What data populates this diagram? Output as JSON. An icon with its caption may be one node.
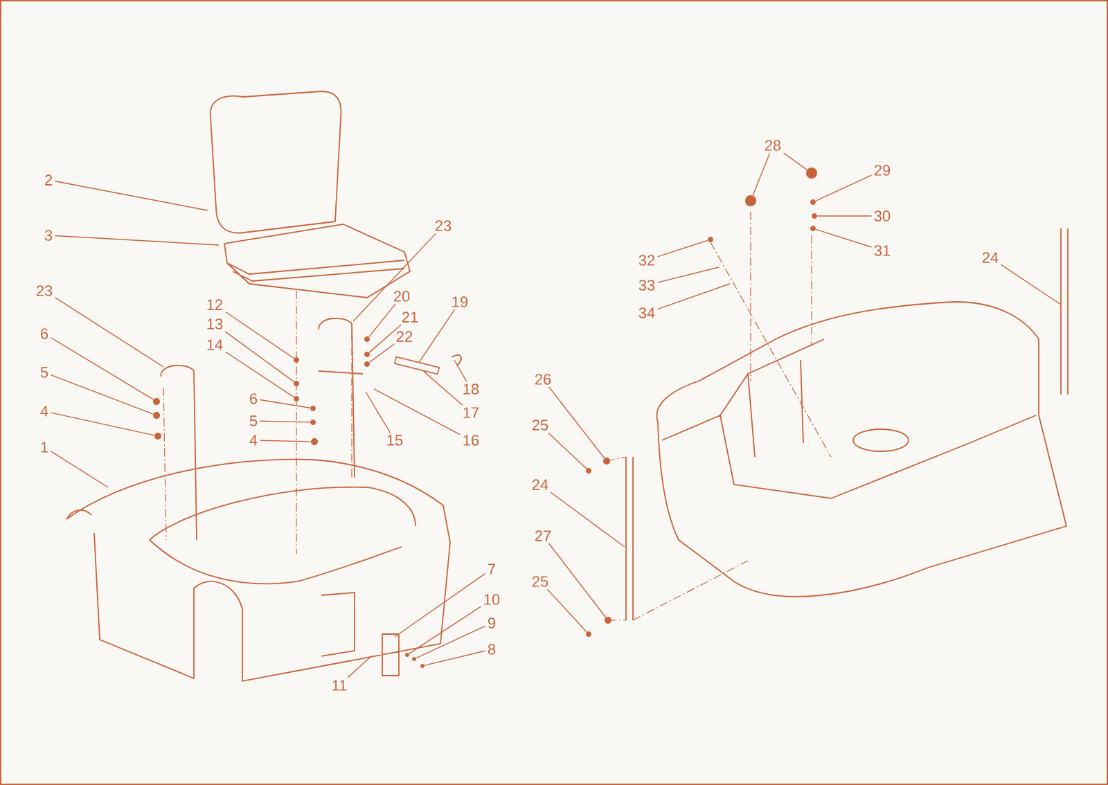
{
  "diagram": {
    "nodes": [
      {
        "text": [
          "2"
        ]
      },
      {
        "text": [
          "3"
        ]
      },
      {
        "text": [
          "23"
        ]
      },
      {
        "text": [
          "6"
        ]
      },
      {
        "text": [
          "5"
        ]
      },
      {
        "text": [
          "4"
        ]
      },
      {
        "text": [
          "1"
        ]
      },
      {
        "text": [
          "12"
        ]
      },
      {
        "text": [
          "13"
        ]
      },
      {
        "text": [
          "14"
        ]
      },
      {
        "text": [
          "6"
        ]
      },
      {
        "text": [
          "5"
        ]
      },
      {
        "text": [
          "4"
        ]
      },
      {
        "text": [
          "23"
        ]
      },
      {
        "text": [
          "20"
        ]
      },
      {
        "text": [
          "21"
        ]
      },
      {
        "text": [
          "22"
        ]
      },
      {
        "text": [
          "19"
        ]
      },
      {
        "text": [
          "18"
        ]
      },
      {
        "text": [
          "17"
        ]
      },
      {
        "text": [
          "16"
        ]
      },
      {
        "text": [
          "15"
        ]
      },
      {
        "text": [
          "7"
        ]
      },
      {
        "text": [
          "10"
        ]
      },
      {
        "text": [
          "9"
        ]
      },
      {
        "text": [
          "8"
        ]
      },
      {
        "text": [
          "11"
        ]
      },
      {
        "text": [
          "28"
        ]
      },
      {
        "text": [
          "29"
        ]
      },
      {
        "text": [
          "30"
        ]
      },
      {
        "text": [
          "31"
        ]
      },
      {
        "text": [
          "32"
        ]
      },
      {
        "text": [
          "33"
        ]
      },
      {
        "text": [
          "34"
        ]
      },
      {
        "text": [
          "26"
        ]
      },
      {
        "text": [
          "25"
        ]
      },
      {
        "text": [
          "24"
        ]
      },
      {
        "text": [
          "27"
        ]
      },
      {
        "text": [
          "25"
        ]
      },
      {
        "text": [
          "24"
        ]
      },
      {
        "text": [],
        "shape": "circle"
      },
      {
        "text": [],
        "shape": "circle"
      },
      {
        "text": [],
        "shape": "circle"
      },
      {
        "text": [],
        "shape": "circle"
      },
      {
        "text": [],
        "shape": "circle"
      },
      {
        "text": [],
        "shape": "circle"
      },
      {
        "text": [],
        "shape": "circle"
      },
      {
        "text": [],
        "shape": "circle"
      },
      {
        "text": [],
        "shape": "circle"
      },
      {
        "text": [],
        "shape": "circle"
      },
      {
        "text": [],
        "shape": "circle"
      },
      {
        "text": [],
        "shape": "circle"
      },
      {
        "text": [],
        "shape": "circle"
      },
      {
        "text": [],
        "shape": "circle"
      },
      {
        "text": [],
        "shape": "circle"
      },
      {
        "text": [],
        "shape": "circle"
      },
      {
        "text": [],
        "shape": "circle"
      },
      {
        "text": [],
        "shape": "circle"
      },
      {
        "text": [],
        "shape": "circle"
      },
      {
        "text": [],
        "shape": "circle"
      },
      {
        "text": [],
        "shape": "circle"
      },
      {
        "text": [],
        "shape": "circle"
      },
      {
        "text": [],
        "shape": "circle"
      },
      {
        "text": [],
        "shape": "circle"
      },
      {
        "text": [],
        "shape": "circle"
      },
      {
        "text": [],
        "shape": "bar"
      }
    ],
    "edges": [
      {
        "from": 0,
        "to": null,
        "arrow": "none"
      },
      {
        "from": 1,
        "to": null,
        "arrow": "none"
      },
      {
        "from": 2,
        "to": null,
        "arrow": "none"
      },
      {
        "from": 3,
        "to": 40,
        "arrow": "none"
      },
      {
        "from": 4,
        "to": 41,
        "arrow": "none"
      },
      {
        "from": 5,
        "to": 42,
        "arrow": "none"
      },
      {
        "from": 6,
        "to": null,
        "arrow": "none"
      },
      {
        "from": 7,
        "to": 43,
        "arrow": "none"
      },
      {
        "from": 8,
        "to": 44,
        "arrow": "none"
      },
      {
        "from": 9,
        "to": 45,
        "arrow": "none"
      },
      {
        "from": 10,
        "to": 46,
        "arrow": "none"
      },
      {
        "from": 11,
        "to": 47,
        "arrow": "none"
      },
      {
        "from": 12,
        "to": 48,
        "arrow": "none"
      },
      {
        "from": 13,
        "to": null,
        "arrow": "none"
      },
      {
        "from": 14,
        "to": 49,
        "arrow": "none"
      },
      {
        "from": 15,
        "to": 50,
        "arrow": "none"
      },
      {
        "from": 16,
        "to": 51,
        "arrow": "none"
      },
      {
        "from": 17,
        "to": 65,
        "arrow": "none"
      },
      {
        "from": 18,
        "to": null,
        "arrow": "none"
      },
      {
        "from": 19,
        "to": 65,
        "arrow": "none"
      },
      {
        "from": 20,
        "to": null,
        "arrow": "none"
      },
      {
        "from": 21,
        "to": null,
        "arrow": "none"
      },
      {
        "from": 22,
        "to": null,
        "arrow": "none"
      },
      {
        "from": 23,
        "to": 52,
        "arrow": "none"
      },
      {
        "from": 24,
        "to": 53,
        "arrow": "none"
      },
      {
        "from": 25,
        "to": 54,
        "arrow": "none"
      },
      {
        "from": 26,
        "to": null,
        "arrow": "none"
      },
      {
        "from": 27,
        "to": 55,
        "arrow": "none"
      },
      {
        "from": 27,
        "to": 56,
        "arrow": "none"
      },
      {
        "from": 28,
        "to": 57,
        "arrow": "none"
      },
      {
        "from": 29,
        "to": 58,
        "arrow": "none"
      },
      {
        "from": 30,
        "to": 59,
        "arrow": "none"
      },
      {
        "from": 31,
        "to": 60,
        "arrow": "none"
      },
      {
        "from": 32,
        "to": null,
        "arrow": "none"
      },
      {
        "from": 33,
        "to": null,
        "arrow": "none"
      },
      {
        "from": 34,
        "to": 61,
        "arrow": "none"
      },
      {
        "from": 35,
        "to": 62,
        "arrow": "none"
      },
      {
        "from": 36,
        "to": null,
        "arrow": "none"
      },
      {
        "from": 37,
        "to": 63,
        "arrow": "none"
      },
      {
        "from": 38,
        "to": 64,
        "arrow": "none"
      },
      {
        "from": 39,
        "to": null,
        "arrow": "none"
      }
    ]
  }
}
